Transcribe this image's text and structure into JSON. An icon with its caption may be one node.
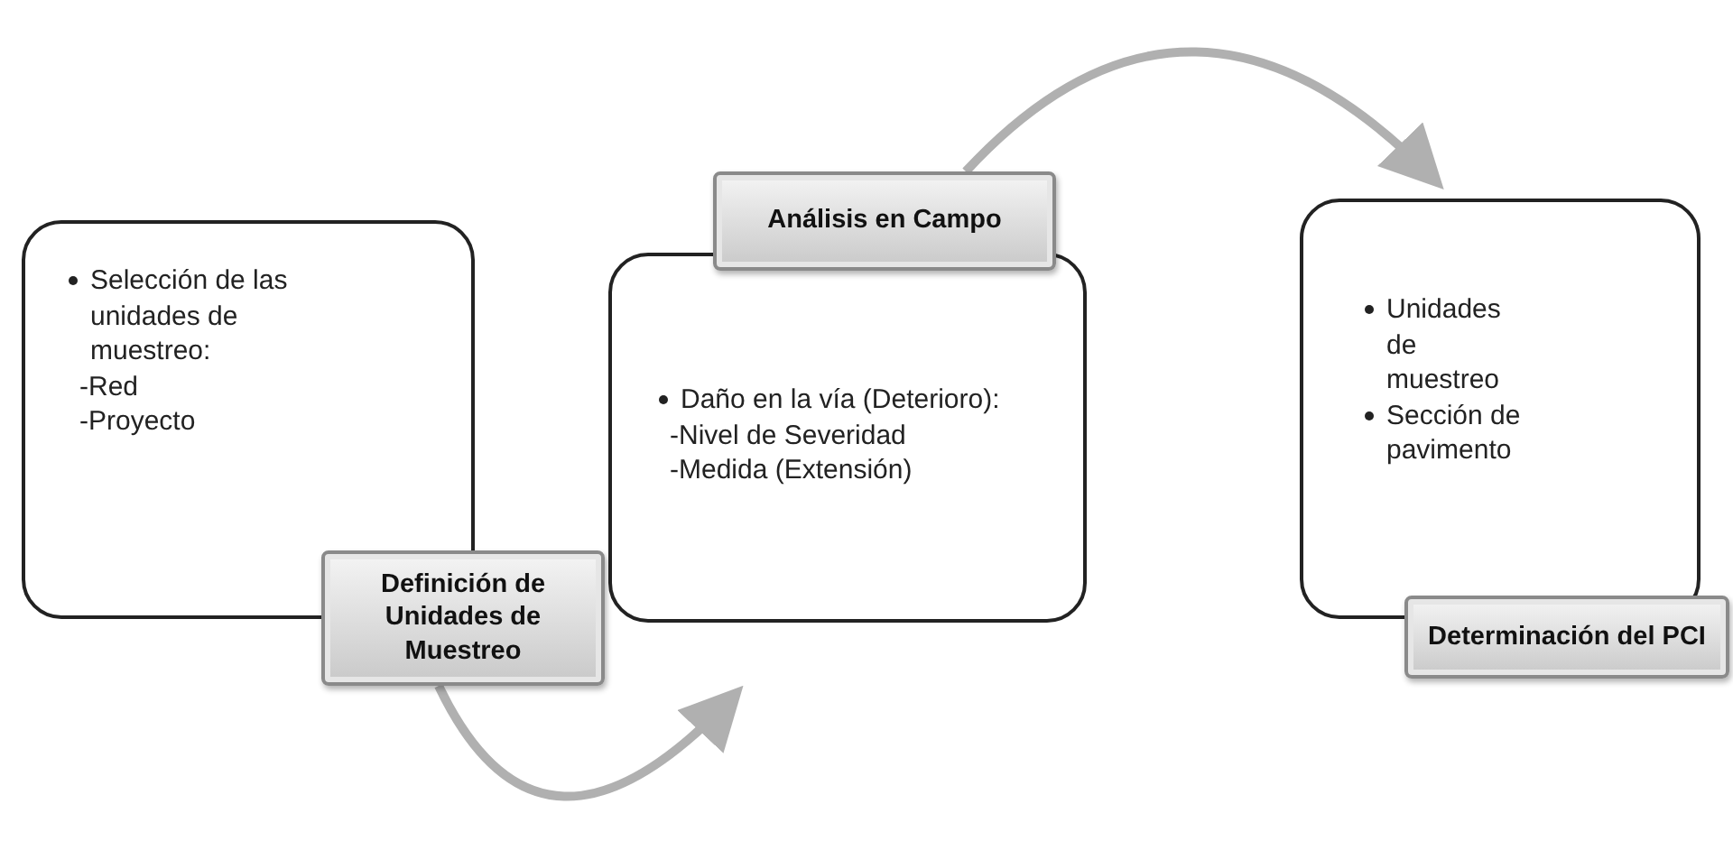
{
  "diagram": {
    "nodes": [
      {
        "text": [
          "Selección de las unidades de muestreo:",
          "-Red",
          "-Proyecto"
        ]
      },
      {
        "text": [
          "Definición de Unidades de Muestreo"
        ]
      },
      {
        "text": [
          "Daño en la vía (Deterioro):",
          "-Nivel de Severidad",
          "-Medida (Extensión)"
        ]
      },
      {
        "text": [
          "Análisis en Campo"
        ]
      },
      {
        "text": [
          "Unidades de muestreo",
          "Sección de pavimento"
        ]
      },
      {
        "text": [
          "Determinación del PCI"
        ]
      }
    ],
    "edges": [
      {
        "from": 1,
        "to": 2,
        "arrow": "to",
        "color": "#b0b0b0"
      },
      {
        "from": 3,
        "to": 4,
        "arrow": "to",
        "color": "#b0b0b0"
      }
    ]
  }
}
